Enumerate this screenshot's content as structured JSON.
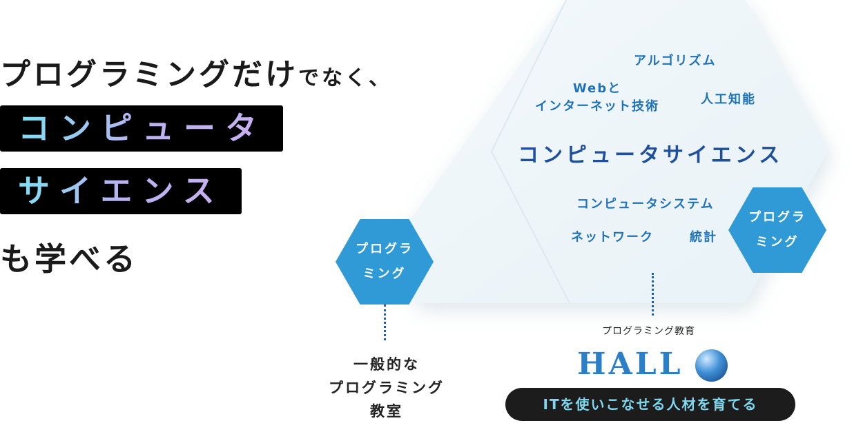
{
  "headline": {
    "line1_main": "プログラミングだけ",
    "line1_small": "でなく、",
    "box1": "コンピュータ",
    "box2": "サイエンス",
    "line4": "も学べる"
  },
  "diagram": {
    "title": "コンピュータサイエンス",
    "topics": [
      "アルゴリズム",
      "Webと",
      "インターネット技術",
      "人工知能",
      "コンピュータシステム",
      "ネットワーク",
      "統計"
    ],
    "hex_left": [
      "プログラ",
      "ミング"
    ],
    "hex_right": [
      "プログラ",
      "ミング"
    ],
    "left_caption": [
      "一般的な",
      "プログラミング",
      "教室"
    ],
    "right_caption": "プログラミング教育",
    "logo": "HALL",
    "tagline": "ITを使いこなせる人材を育てる"
  },
  "colors": {
    "accent": "#2f9ad6",
    "title": "#1d4f9c",
    "topic": "#1f72b8"
  }
}
